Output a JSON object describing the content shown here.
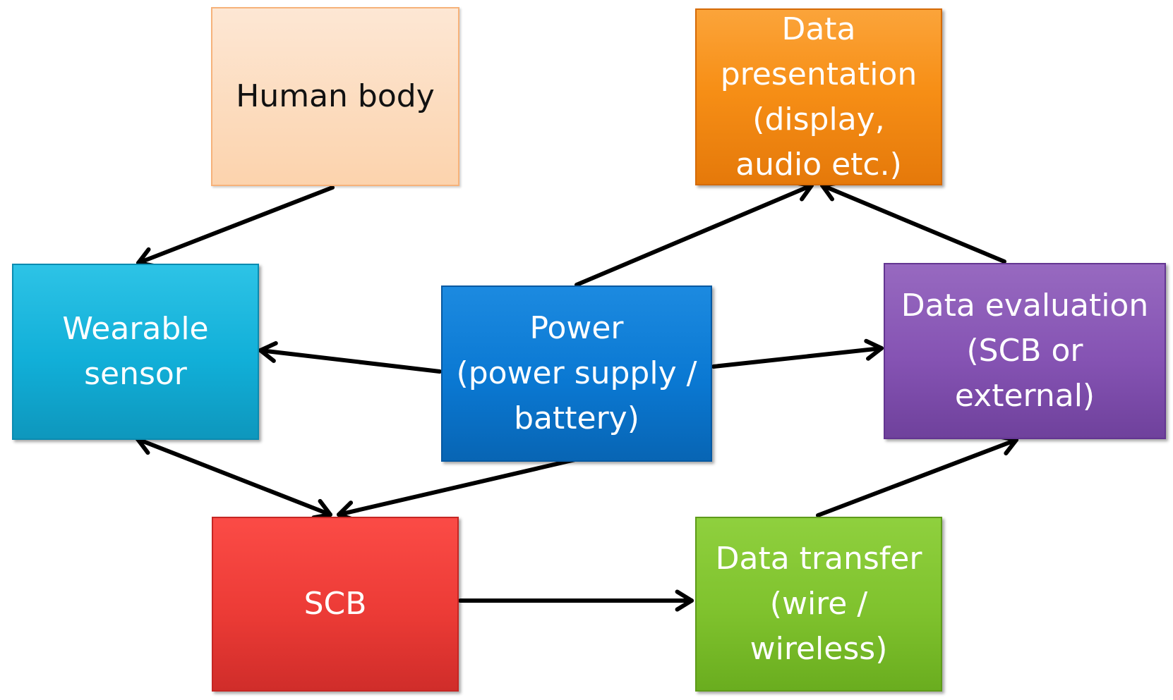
{
  "diagram": {
    "nodes": {
      "human_body": {
        "lines": [
          "Human body"
        ]
      },
      "data_presentation": {
        "lines": [
          "Data",
          "presentation",
          "(display,",
          "audio etc.)"
        ]
      },
      "wearable_sensor": {
        "lines": [
          "Wearable",
          "sensor"
        ]
      },
      "power": {
        "lines": [
          "Power",
          "(power supply /",
          "battery)"
        ]
      },
      "data_evaluation": {
        "lines": [
          "Data evaluation",
          "(SCB or",
          "external)"
        ]
      },
      "scb": {
        "lines": [
          "SCB"
        ]
      },
      "data_transfer": {
        "lines": [
          "Data transfer",
          "(wire /",
          "wireless)"
        ]
      }
    },
    "connections": [
      {
        "from": "human_body",
        "to": "wearable_sensor",
        "bidirectional": false
      },
      {
        "from": "power",
        "to": "wearable_sensor",
        "bidirectional": false
      },
      {
        "from": "power",
        "to": "data_evaluation",
        "bidirectional": false
      },
      {
        "from": "power",
        "to": "data_presentation",
        "bidirectional": false
      },
      {
        "from": "data_evaluation",
        "to": "data_presentation",
        "bidirectional": false
      },
      {
        "from": "power",
        "to": "scb",
        "bidirectional": false
      },
      {
        "from": "wearable_sensor",
        "to": "scb",
        "bidirectional": true
      },
      {
        "from": "scb",
        "to": "data_transfer",
        "bidirectional": false
      },
      {
        "from": "data_transfer",
        "to": "data_evaluation",
        "bidirectional": false
      }
    ],
    "colors": {
      "human_body": "#fcd9b8",
      "data_presentation": "#f7931e",
      "wearable_sensor": "#12b2da",
      "power": "#0a79d3",
      "data_evaluation": "#8554b3",
      "scb": "#ee3c37",
      "data_transfer": "#80c32e",
      "arrow": "#000000"
    }
  }
}
